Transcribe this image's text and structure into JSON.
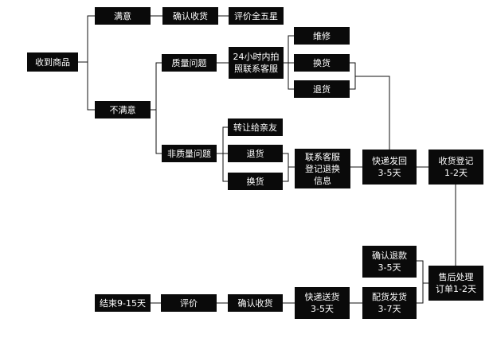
{
  "nodes": {
    "received": "收到商品",
    "satisfied": "满意",
    "confirm_receipt_top": "确认收货",
    "five_star": "评价全五星",
    "unsatisfied": "不满意",
    "quality_issue": "质量问题",
    "contact_service_24h": "24小时内拍\n照联系客服",
    "repair": "维修",
    "exchange_a": "换货",
    "refund_a": "退货",
    "non_quality_issue": "非质量问题",
    "transfer": "转让给亲友",
    "refund_b": "退货",
    "exchange_b": "换货",
    "contact_register": "联系客服\n登记退换\n信息",
    "express_return": "快递发回\n3-5天",
    "receive_register": "收货登记\n1-2天",
    "confirm_refund": "确认退款\n3-5天",
    "after_sales": "售后处理\n订单1-2天",
    "ship_goods": "配货发货\n3-7天",
    "express_delivery": "快递送货\n3-5天",
    "confirm_receipt_bottom": "确认收货",
    "review": "评价",
    "end": "结束9-15天"
  }
}
